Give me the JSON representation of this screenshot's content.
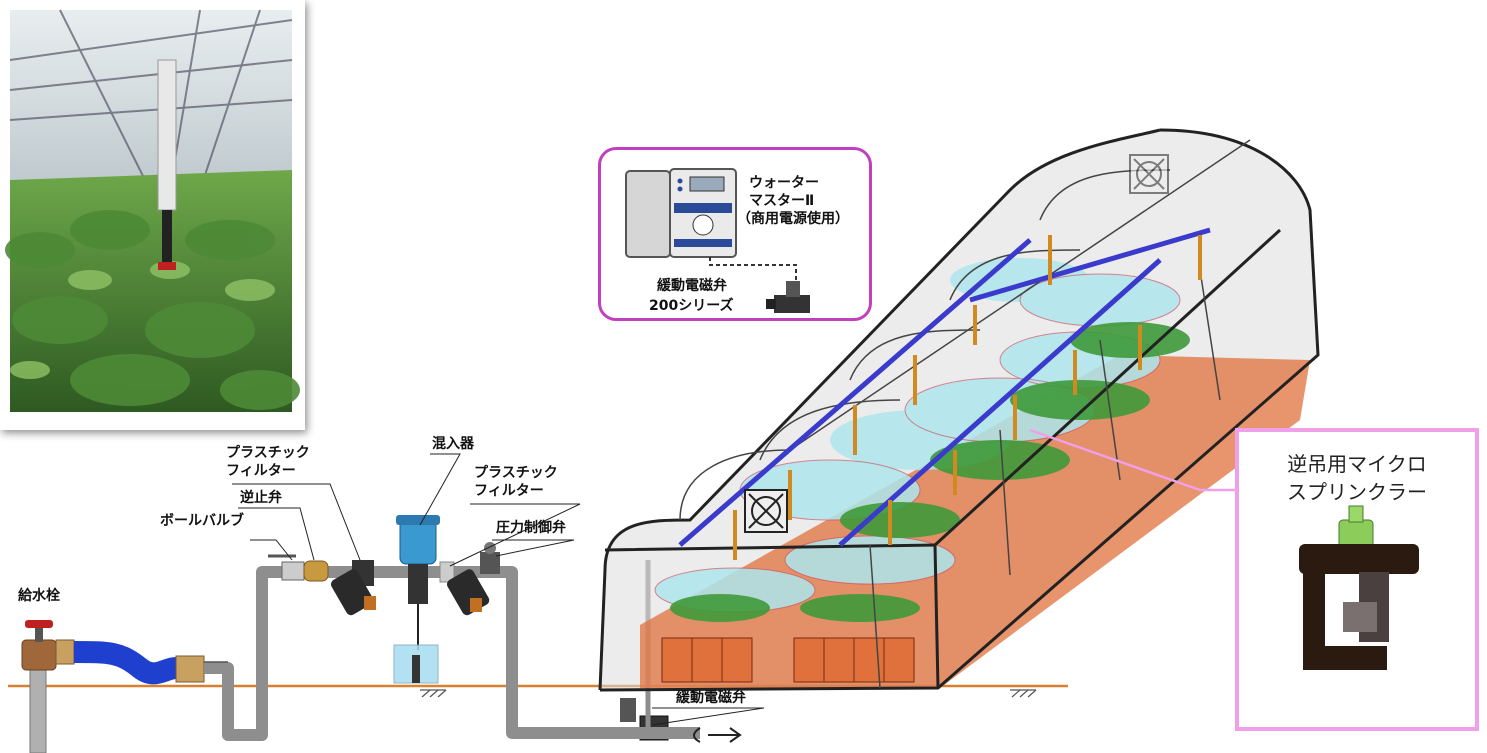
{
  "labels": {
    "hydrant": "給水栓",
    "ball_valve": "ボールバルブ",
    "check_valve": "逆止弁",
    "filter1_line1": "プラスチック",
    "filter1_line2": "フィルター",
    "mixer": "混入器",
    "filter2_line1": "プラスチック",
    "filter2_line2": "フィルター",
    "pressure_valve": "圧力制御弁",
    "solenoid_bottom": "緩動電磁弁"
  },
  "controller": {
    "name_line1": "ウォーター",
    "name_line2": "マスターⅡ",
    "name_line3": "（商用電源使用）",
    "valve_line1": "緩動電磁弁",
    "valve_line2": "200シリーズ"
  },
  "sprinkler": {
    "title_line1": "逆吊用マイクロ",
    "title_line2": "スプリンクラー"
  },
  "colors": {
    "controller_border": "#c040c0",
    "sprinkler_border": "#f0a0e8",
    "ground": "#d98030",
    "pipe": "#9a9a9a",
    "hose": "#1f3fcf",
    "soil": "#e0703c",
    "water_zone": "#a8e4ea"
  }
}
